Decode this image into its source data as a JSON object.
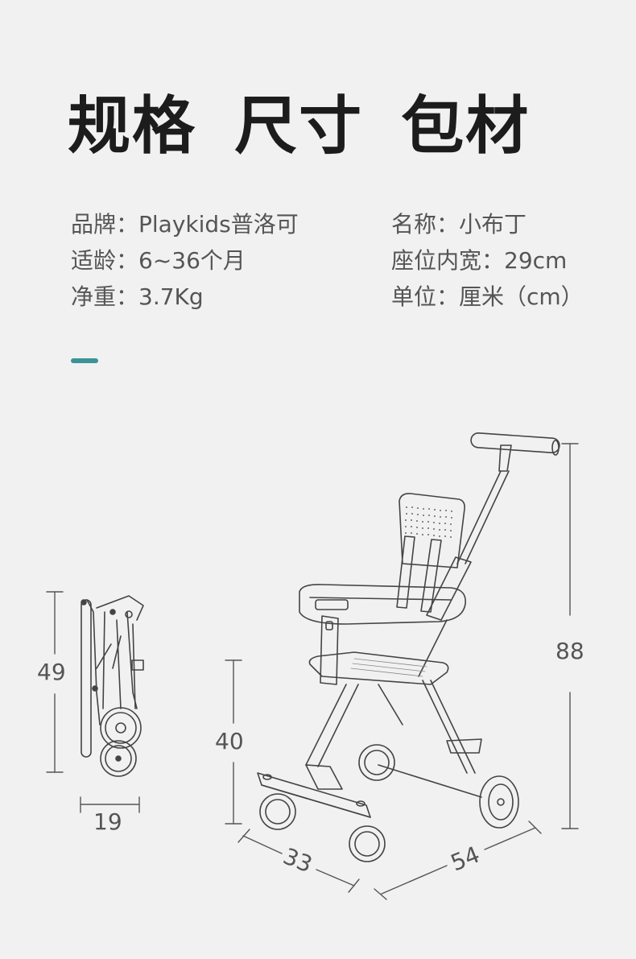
{
  "title": "规格 尺寸 包材",
  "specs": {
    "left": [
      {
        "label": "品牌：",
        "value": "Playkids普洛可"
      },
      {
        "label": "适龄：",
        "value": "6~36个月"
      },
      {
        "label": "净重：",
        "value": "3.7Kg"
      }
    ],
    "right": [
      {
        "label": "名称：",
        "value": "小布丁"
      },
      {
        "label": "座位内宽：",
        "value": "29cm"
      },
      {
        "label": "单位：",
        "value": "厘米（cm）"
      }
    ]
  },
  "accent_color": "#3a9396",
  "dimensions": {
    "folded_height": "49",
    "folded_width": "19",
    "seat_height": "40",
    "total_height": "88",
    "width": "33",
    "length": "54"
  }
}
